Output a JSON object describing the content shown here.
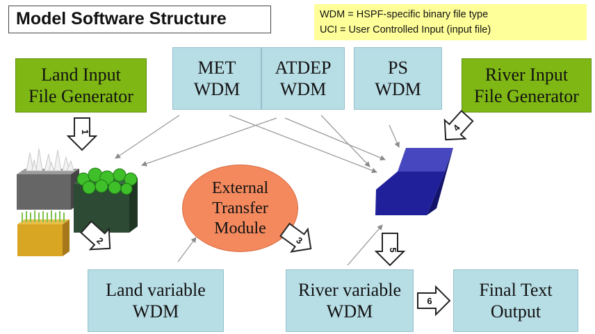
{
  "title": "Model Software Structure",
  "legend": {
    "line1": "WDM = HSPF-specific binary file type",
    "line2": "UCI = User Controlled Input (input file)"
  },
  "boxes": {
    "land_input": [
      "Land Input",
      "File Generator"
    ],
    "river_input": [
      "River Input",
      "File Generator"
    ],
    "met": [
      "MET",
      "WDM"
    ],
    "atdep": [
      "ATDEP",
      "WDM"
    ],
    "ps": [
      "PS",
      "WDM"
    ],
    "external": [
      "External",
      "Transfer",
      "Module"
    ],
    "land_var": [
      "Land variable",
      "WDM"
    ],
    "river_var": [
      "River variable",
      "WDM"
    ],
    "final": [
      "Final Text",
      "Output"
    ]
  },
  "steps": [
    "1",
    "2",
    "3",
    "4",
    "5",
    "6"
  ],
  "colors": {
    "generator_green": "#7fb814",
    "wdm_teal": "#b7dde5",
    "module_orange": "#f4895e",
    "river_block": "#1f1f8f",
    "legend_yellow": "#ffff99"
  }
}
